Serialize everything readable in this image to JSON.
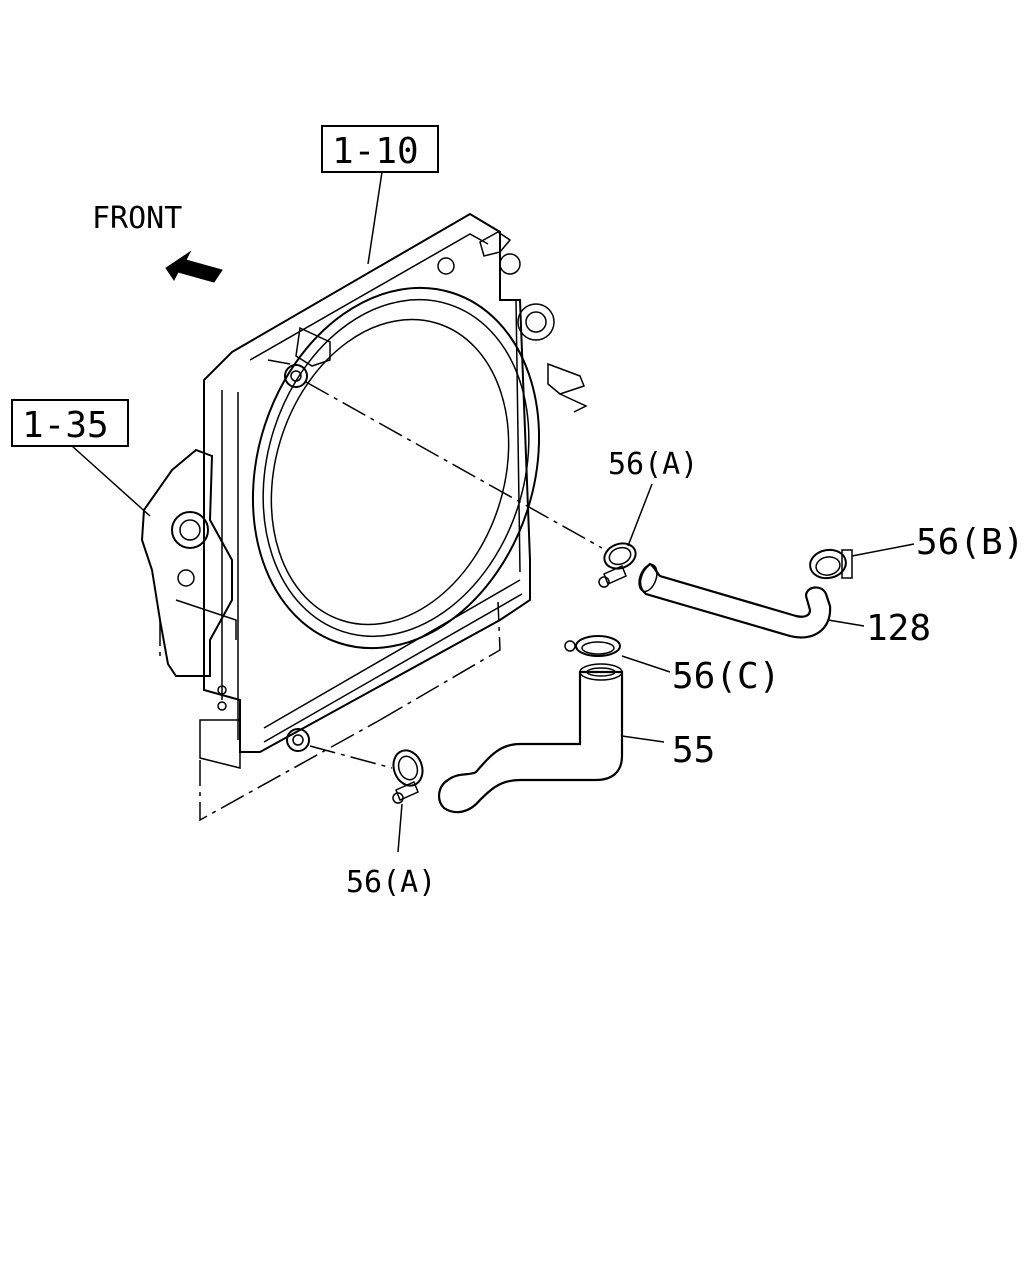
{
  "labels": {
    "front": "FRONT",
    "ref_radiator": "1-10",
    "ref_reservoir": "1-35",
    "clamp_a_upper": "56(A)",
    "clamp_b": "56(B)",
    "clamp_c": "56(C)",
    "clamp_a_lower": "56(A)",
    "upper_hose": "128",
    "lower_hose": "55"
  },
  "colors": {
    "line": "#000000",
    "background": "#ffffff"
  }
}
